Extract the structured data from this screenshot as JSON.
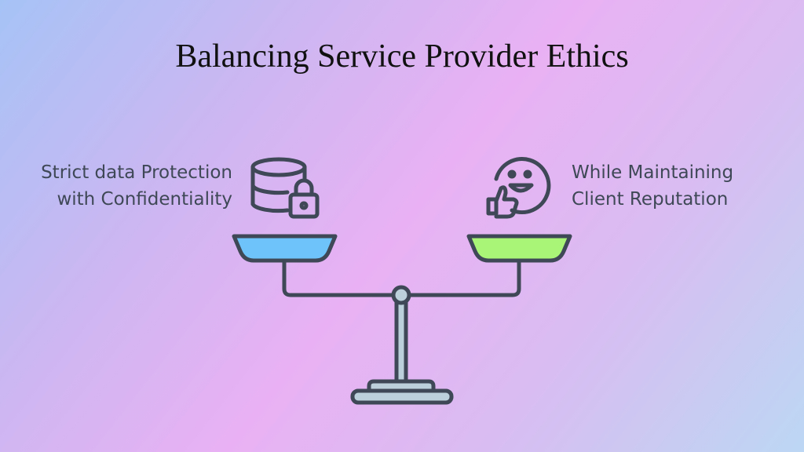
{
  "title": "Balancing Service Provider Ethics",
  "left": {
    "line1": "Strict data Protection",
    "line2": "with Confidentiality",
    "icon": "database-lock-icon",
    "pan_color": "#6ec3fb"
  },
  "right": {
    "line1": "While Maintaining",
    "line2": "Client Reputation",
    "icon": "smiley-thumbs-up-icon",
    "pan_color": "#a9f577"
  },
  "colors": {
    "stroke": "#3f4856",
    "scale_body": "#bcd0dc"
  }
}
